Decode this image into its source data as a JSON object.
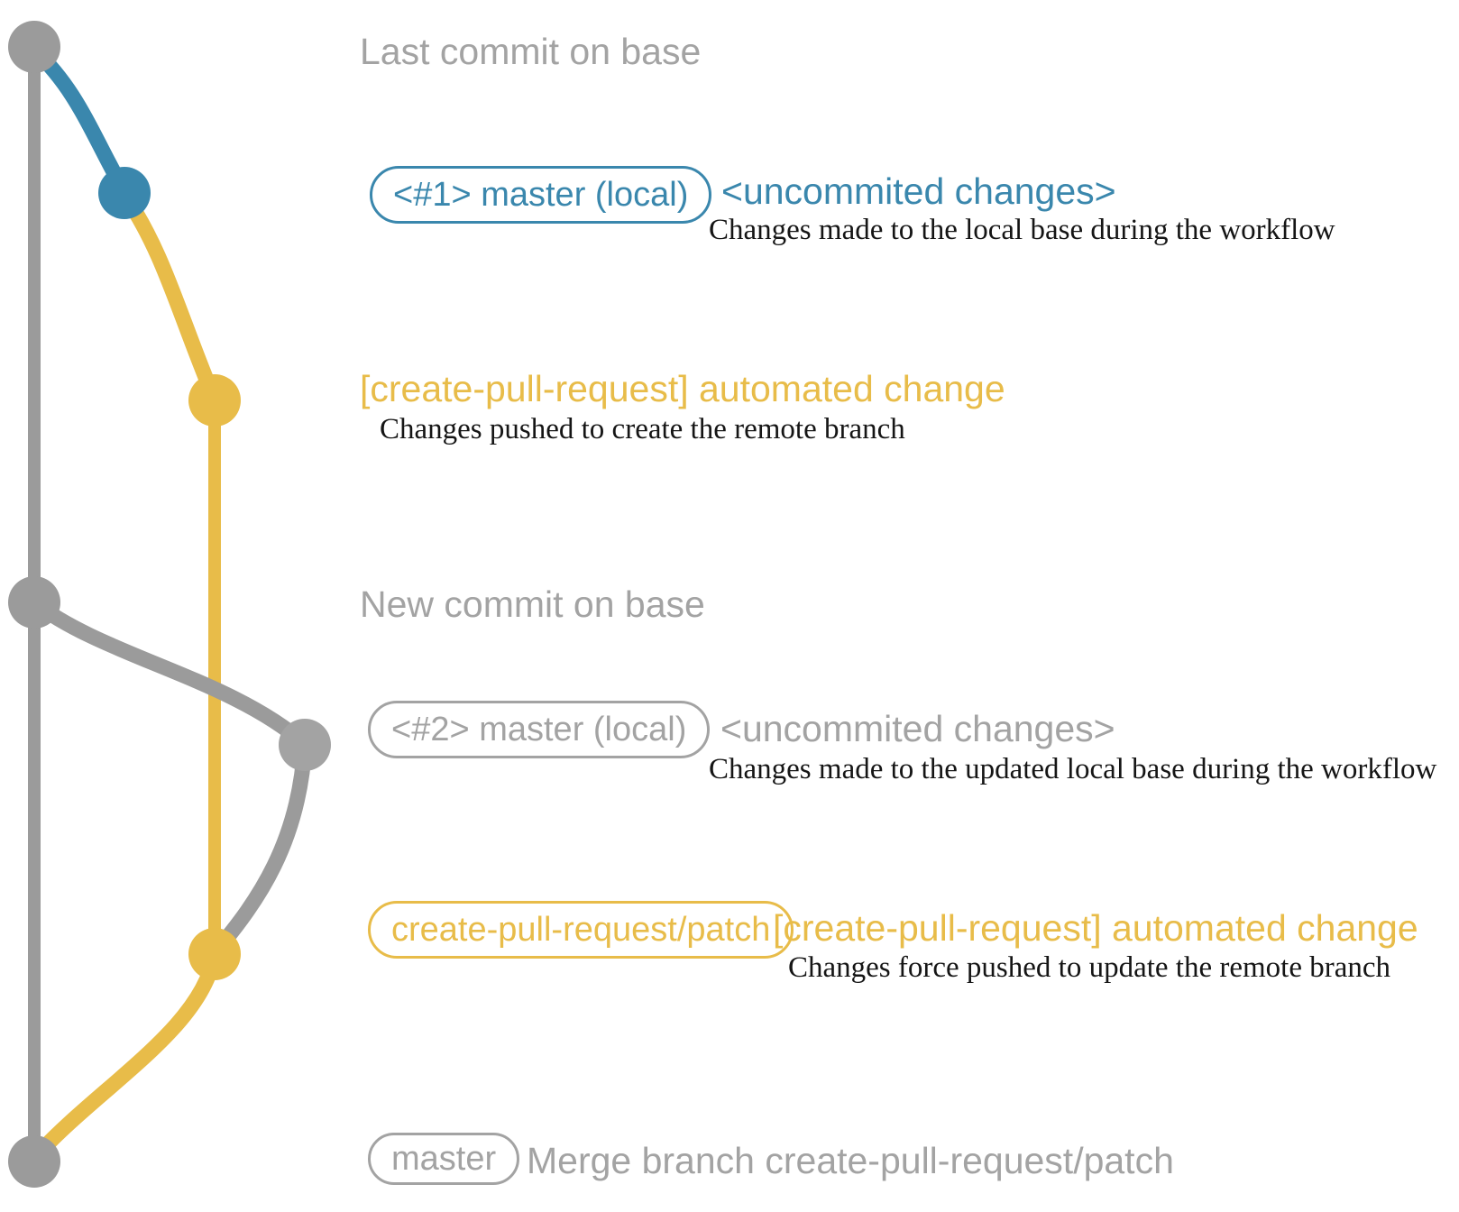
{
  "colors": {
    "blue": "#3a87ad",
    "yellow": "#e8bc49",
    "gray_line": "#9b9b9b",
    "gray_text": "#a3a3a3",
    "black_text": "#151515"
  },
  "graph": {
    "nodes": [
      {
        "id": "last-commit-on-base",
        "color": "#9b9b9b"
      },
      {
        "id": "local-uncommitted-1",
        "color": "#3a87ad"
      },
      {
        "id": "remote-branch-commit-1",
        "color": "#e8bc49"
      },
      {
        "id": "new-commit-on-base",
        "color": "#9b9b9b"
      },
      {
        "id": "local-uncommitted-2",
        "color": "#a3a3a3"
      },
      {
        "id": "remote-branch-commit-2",
        "color": "#e8bc49"
      },
      {
        "id": "merge-commit",
        "color": "#9b9b9b"
      }
    ]
  },
  "rows": {
    "row1": {
      "label": "Last commit on base"
    },
    "row2": {
      "badge": "<#1> master (local)",
      "title": "<uncommited changes>",
      "desc": "Changes made to the local base during the workflow"
    },
    "row3": {
      "title": "[create-pull-request] automated change",
      "desc": "Changes pushed to create the remote branch"
    },
    "row4": {
      "label": "New commit on base"
    },
    "row5": {
      "badge": "<#2> master (local)",
      "title": "<uncommited changes>",
      "desc": "Changes made to the updated local base during the workflow"
    },
    "row6": {
      "badge": "create-pull-request/patch",
      "title": "[create-pull-request] automated change",
      "desc": "Changes force pushed to update the remote branch"
    },
    "row7": {
      "badge": "master",
      "label": "Merge branch create-pull-request/patch"
    }
  }
}
